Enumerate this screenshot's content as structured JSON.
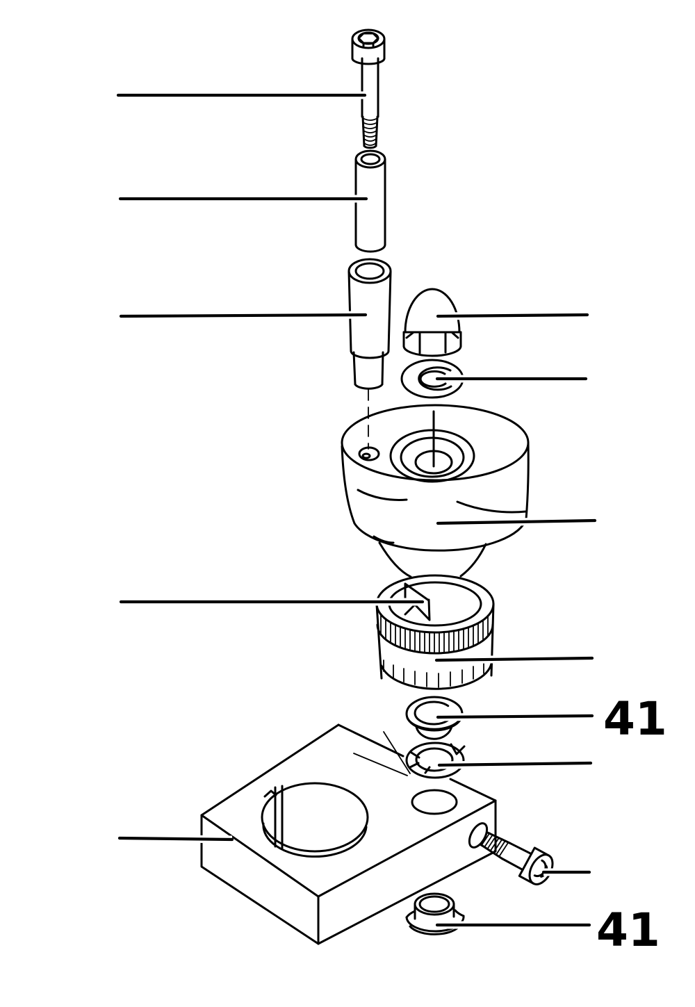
{
  "figure": {
    "type": "exploded-parts-diagram",
    "background_color": "#ffffff",
    "line_color": "#000000",
    "callout_labels": [
      {
        "text": "41"
      },
      {
        "text": "41"
      }
    ]
  }
}
